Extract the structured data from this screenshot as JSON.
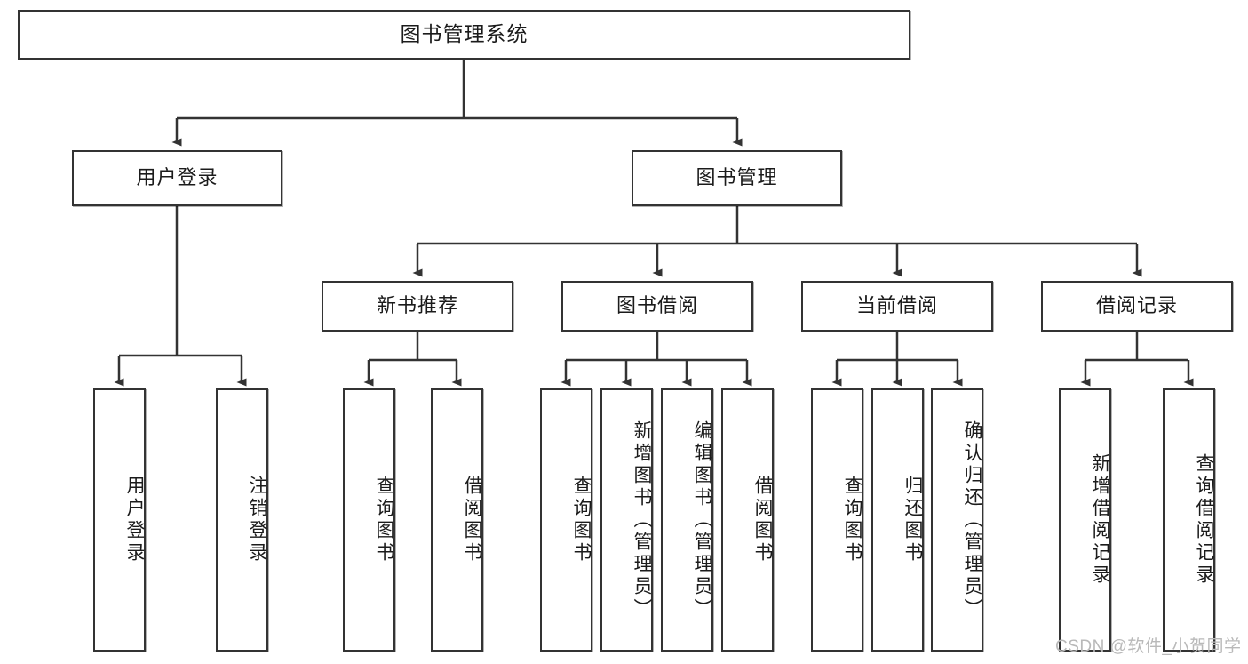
{
  "diagram": {
    "title": "图书管理系统",
    "stroke_color": "#333333",
    "background_color": "#ffffff",
    "nodes": {
      "root": {
        "label": "图书管理系统"
      },
      "level2": [
        {
          "id": "user-login",
          "label": "用户登录"
        },
        {
          "id": "book-management",
          "label": "图书管理"
        }
      ],
      "level3": [
        {
          "id": "new-book-recommend",
          "label": "新书推荐"
        },
        {
          "id": "book-borrow",
          "label": "图书借阅"
        },
        {
          "id": "current-borrow",
          "label": "当前借阅"
        },
        {
          "id": "borrow-record",
          "label": "借阅记录"
        }
      ],
      "leaves": [
        {
          "id": "leaf-user-login",
          "label": "用户登录",
          "parent": "user-login"
        },
        {
          "id": "leaf-logout-login",
          "label": "注销登录",
          "parent": "user-login"
        },
        {
          "id": "leaf-query-book-1",
          "label": "查询图书",
          "parent": "new-book-recommend"
        },
        {
          "id": "leaf-borrow-book-1",
          "label": "借阅图书",
          "parent": "new-book-recommend"
        },
        {
          "id": "leaf-query-book-2",
          "label": "查询图书",
          "parent": "book-borrow"
        },
        {
          "id": "leaf-add-book",
          "label": "新增图书（管理员）",
          "parent": "book-borrow"
        },
        {
          "id": "leaf-edit-book",
          "label": "编辑图书（管理员）",
          "parent": "book-borrow"
        },
        {
          "id": "leaf-borrow-book-2",
          "label": "借阅图书",
          "parent": "book-borrow"
        },
        {
          "id": "leaf-query-book-3",
          "label": "查询图书",
          "parent": "current-borrow"
        },
        {
          "id": "leaf-return-book",
          "label": "归还图书",
          "parent": "current-borrow"
        },
        {
          "id": "leaf-confirm-return",
          "label": "确认归还（管理员）",
          "parent": "current-borrow"
        },
        {
          "id": "leaf-add-record",
          "label": "新增借阅记录",
          "parent": "borrow-record"
        },
        {
          "id": "leaf-query-record",
          "label": "查询借阅记录",
          "parent": "borrow-record"
        }
      ]
    },
    "watermark": "CSDN @软件_小贺同学"
  }
}
